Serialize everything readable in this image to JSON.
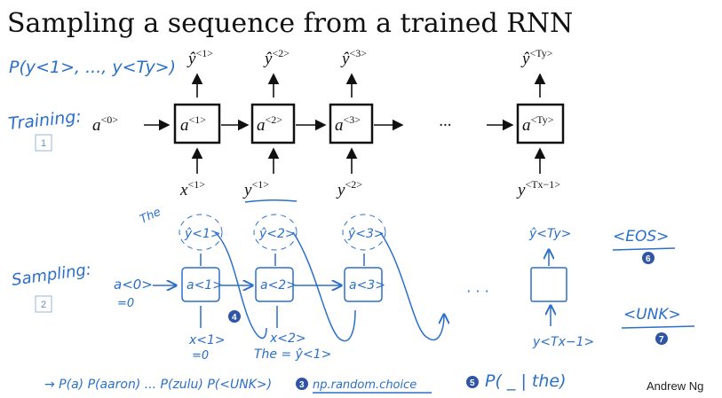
{
  "title": "Sampling a sequence from a trained RNN",
  "joint_prob": "P(y<1>, ..., y<Ty>)",
  "training": {
    "label": "Training:",
    "step": "1",
    "a0": {
      "base": "a",
      "sup": "<0>"
    },
    "cells": [
      {
        "a": "<1>",
        "out": "<1>",
        "in_base": "x",
        "in_sup": "<1>"
      },
      {
        "a": "<2>",
        "out": "<2>",
        "in_base": "y",
        "in_sup": "<1>"
      },
      {
        "a": "<3>",
        "out": "<3>",
        "in_base": "y",
        "in_sup": "<2>"
      },
      {
        "a": "<Ty>",
        "out": "<Ty>",
        "in_base": "y",
        "in_sup": "<Tx−1>"
      }
    ],
    "cell_base": "a",
    "out_base": "ŷ",
    "ellipsis": "···"
  },
  "sampling": {
    "label": "Sampling:",
    "step": "2",
    "a0": "a<0>",
    "a0_eq": "=0",
    "x1": "x<1>",
    "x1_eq": "=0",
    "x2": "x<2>",
    "the_eq": "The = ŷ<1>",
    "the_word": "The",
    "yhats": [
      "ŷ<1>",
      "ŷ<2>",
      "ŷ<3>",
      "ŷ<Ty>"
    ],
    "cells": [
      "a<1>",
      "a<2>",
      "a<3>"
    ],
    "last_input": "y<Tx−1>",
    "dots": "· · ·",
    "eos": "<EOS>",
    "unk": "<UNK>"
  },
  "notes": {
    "softmax": "→ P(a) P(aaron) ... P(zulu) P(<UNK>)",
    "choice": "np.random.choice",
    "conditional": "P( _ | the)"
  },
  "badges": [
    "3",
    "4",
    "5",
    "6",
    "7"
  ],
  "credit": "Andrew Ng",
  "colors": {
    "ink": "#2a6fc9",
    "badge": "#2f55a4"
  }
}
